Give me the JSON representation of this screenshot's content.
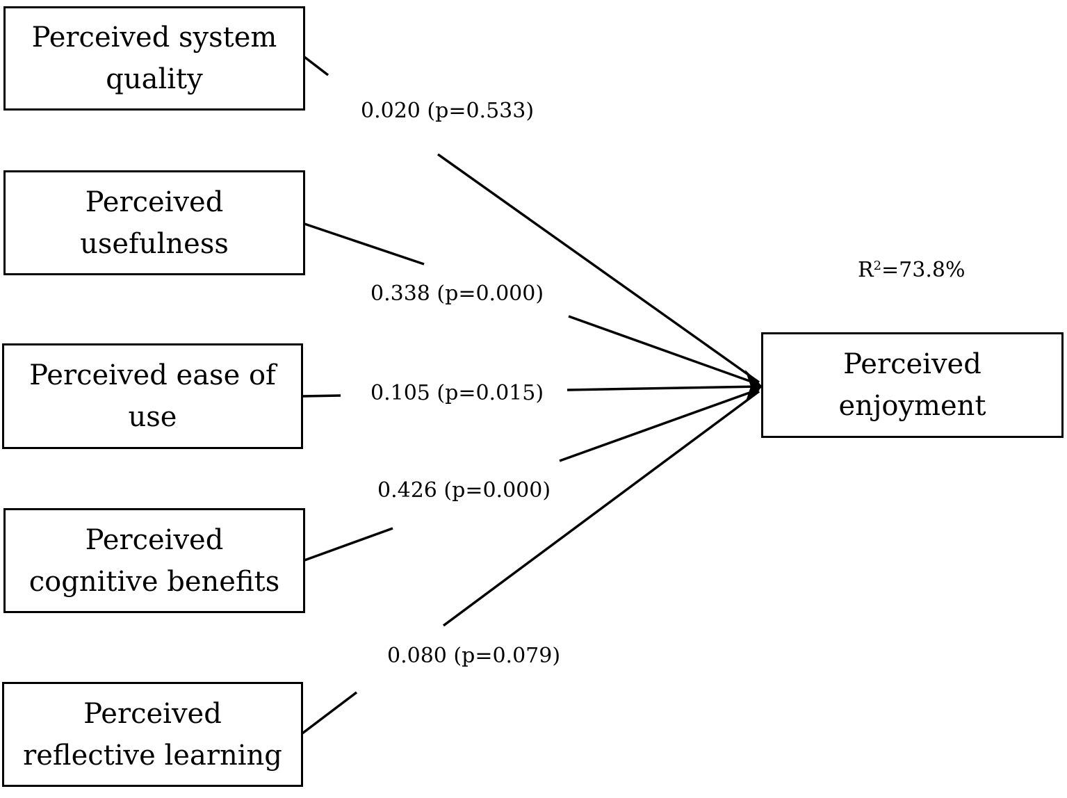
{
  "predictors": [
    {
      "id": "system-quality",
      "label": "Perceived system quality",
      "coefficient": "0.020 (p=0.533)"
    },
    {
      "id": "usefulness",
      "label": "Perceived usefulness",
      "coefficient": "0.338 (p=0.000)"
    },
    {
      "id": "ease-of-use",
      "label": "Perceived ease of use",
      "coefficient": "0.105 (p=0.015)"
    },
    {
      "id": "cognitive-benefits",
      "label": "Perceived cognitive benefits",
      "coefficient": "0.426 (p=0.000)"
    },
    {
      "id": "reflective-learning",
      "label": "Perceived reflective learning",
      "coefficient": "0.080 (p=0.079)"
    }
  ],
  "outcome": {
    "label": "Perceived enjoyment",
    "r_squared_prefix": "R",
    "r_squared_superscript": "2",
    "r_squared_value": "=73.8%"
  },
  "colors": {
    "line": "#000000",
    "box_border": "#000000",
    "background": "#ffffff",
    "text": "#000000"
  }
}
